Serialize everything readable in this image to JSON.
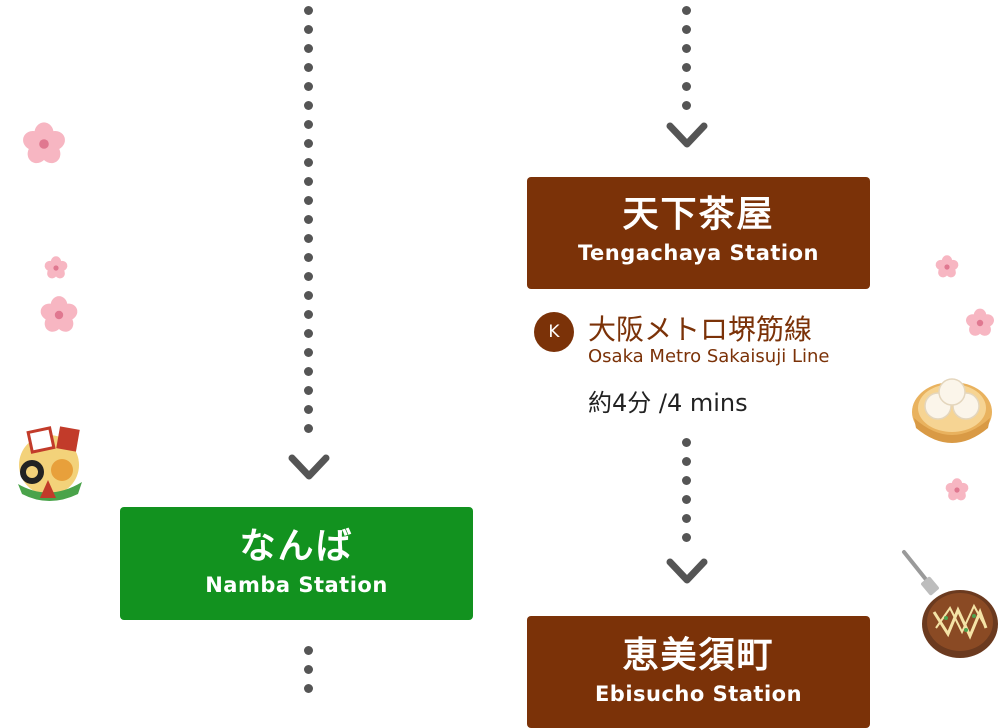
{
  "colors": {
    "connector": "#555555",
    "line_brown": "#7b3208",
    "line_green": "#12921f",
    "blossom": "#f7b6c2"
  },
  "stations": {
    "tengachaya": {
      "jp": "天下茶屋",
      "en": "Tengachaya Station"
    },
    "namba": {
      "jp": "なんば",
      "en": "Namba Station"
    },
    "ebisucho": {
      "jp": "恵美須町",
      "en": "Ebisucho Station"
    }
  },
  "route_line": {
    "badge": "K",
    "jp": "大阪メトロ堺筋線",
    "en": "Osaka Metro Sakaisuji Line",
    "duration": "約4分 /4 mins"
  },
  "icons": {
    "connector": "chevron-down-icon",
    "blossom": "cherry-blossom-icon",
    "lucky": "lucky-charm-icon",
    "bun": "steamed-bun-icon",
    "okonomiyaki": "okonomiyaki-icon"
  }
}
